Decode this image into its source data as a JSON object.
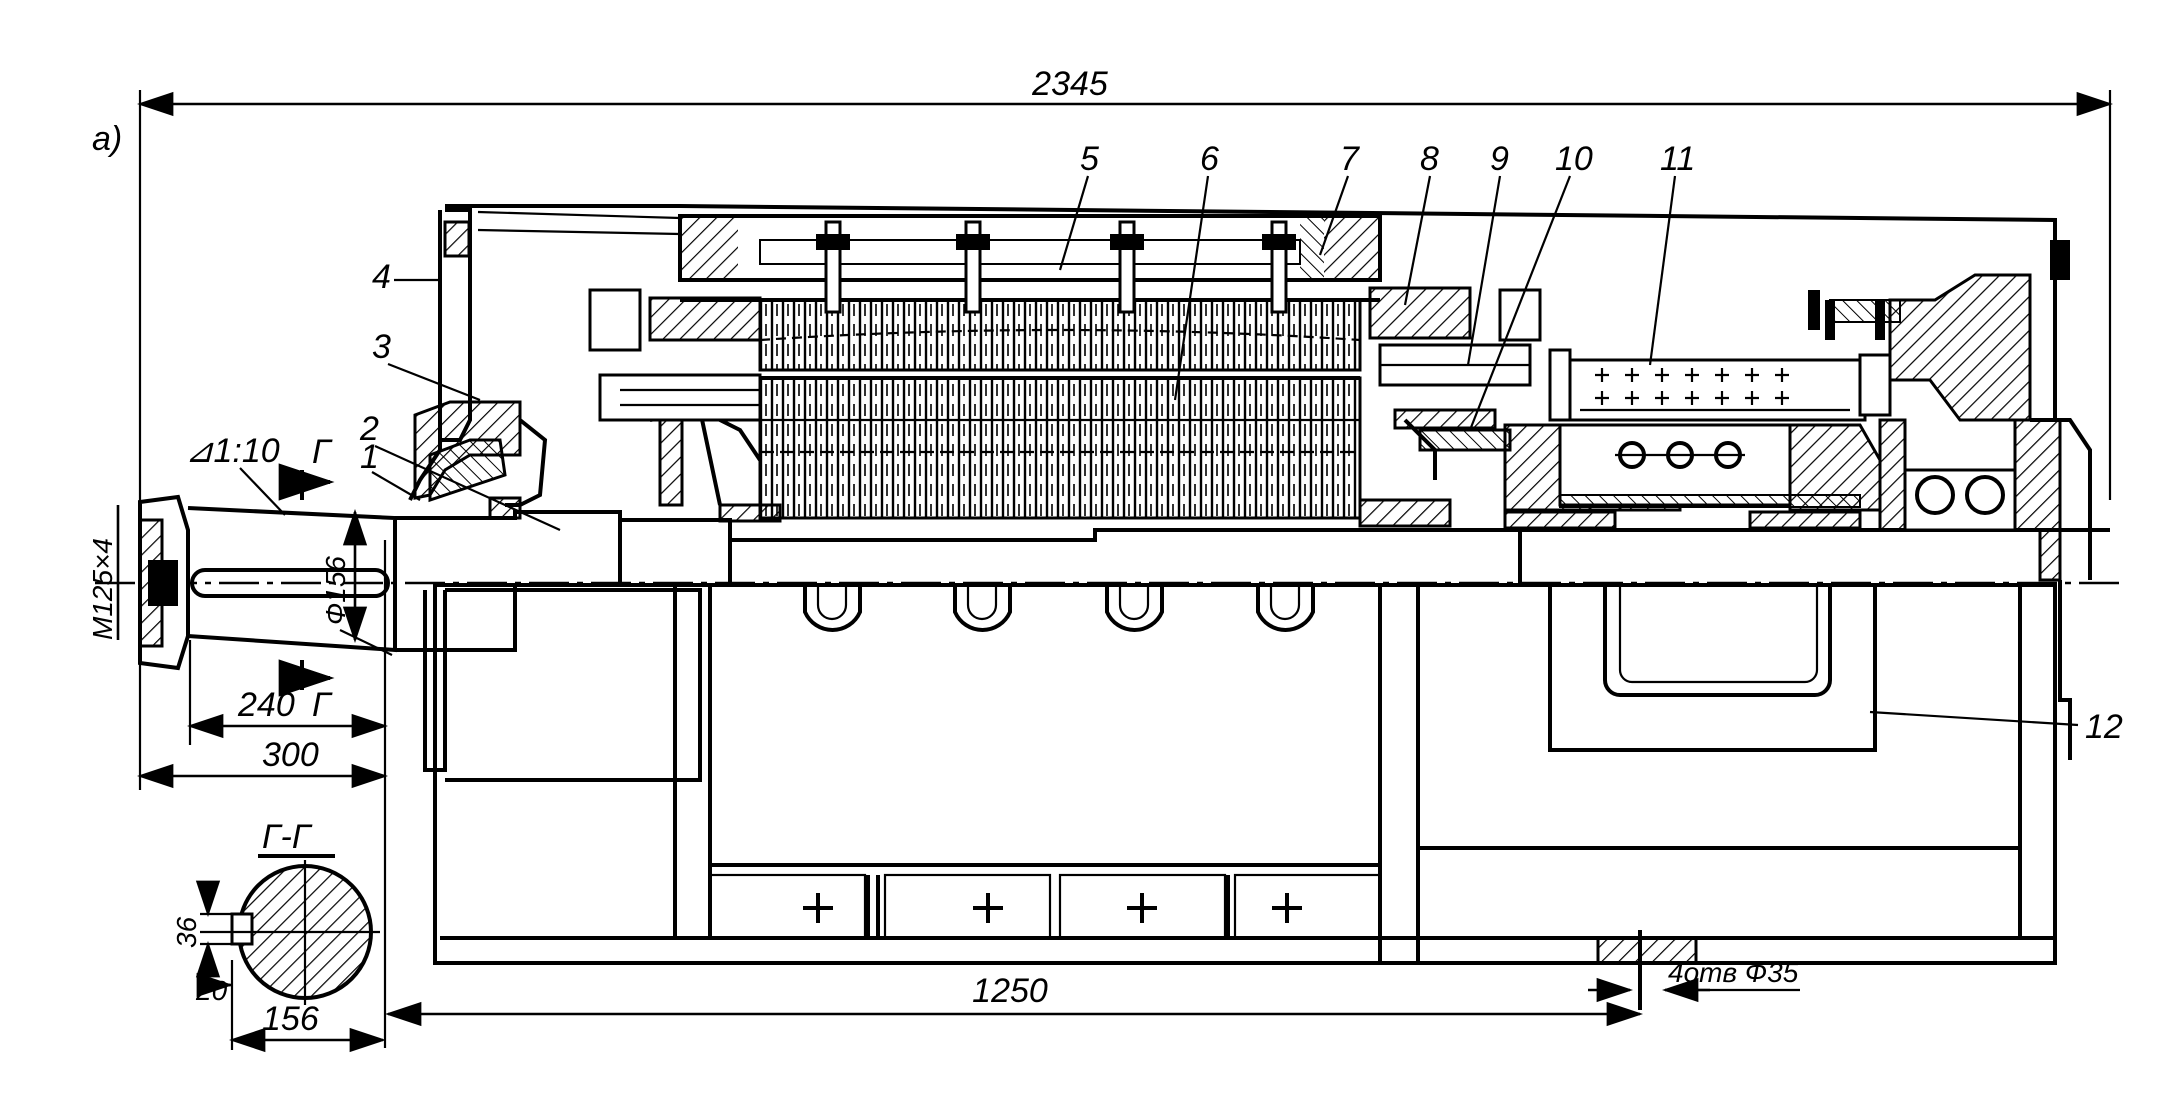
{
  "view_label": "а)",
  "dimensions": {
    "overall_length": "2345",
    "thread": "M125×4",
    "taper": "⊿1:10",
    "shaft_diameter": "Ф156",
    "taper_length": "240",
    "shaft_end_length": "300",
    "base_length": "1250",
    "holes": "4отв Ф35",
    "key_height": "36",
    "key_offset": "20",
    "section_diameter": "156"
  },
  "section": {
    "label": "Г-Г",
    "mark": "Г"
  },
  "parts": [
    "1",
    "2",
    "3",
    "4",
    "5",
    "6",
    "7",
    "8",
    "9",
    "10",
    "11",
    "12"
  ]
}
